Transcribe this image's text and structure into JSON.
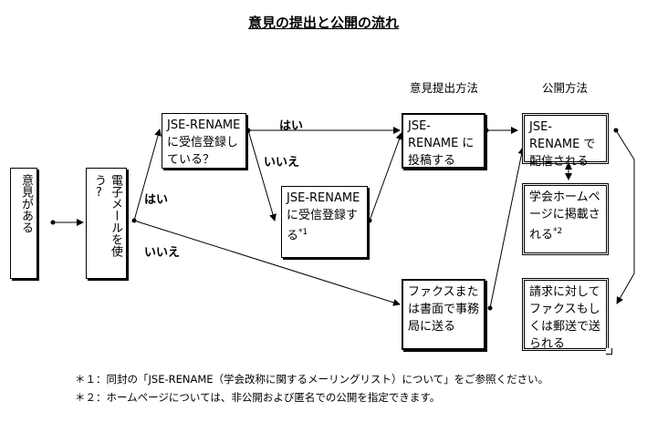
{
  "title": "意見の提出と公開の流れ",
  "headers": {
    "submit_method": "意見提出方法",
    "publish_method": "公開方法"
  },
  "boxes": {
    "have_opinion": "意見がある",
    "use_email": "電子メールを使う?",
    "registered_q": "JSE-RENAME に受信登録している？",
    "register": "JSE-RENAME に受信登録する",
    "register_note": "*1",
    "post": "JSE-RENAME に投稿する",
    "distributed": "JSE-RENAME で配信される",
    "homepage": "学会ホームページに掲載される",
    "homepage_note": "*2",
    "fax_mail": "ファクスまたは書面で事務局に送る",
    "on_request": "請求に対してファクスもしくは郵送で送られる"
  },
  "labels": {
    "yes1": "はい",
    "yes2": "はい",
    "no1": "いいえ",
    "no2": "いいえ"
  },
  "notes": [
    "＊１：同封の「JSE-RENAME（学会改称に関するメーリングリスト）について」をご参照ください。",
    "＊２：ホームページについては、非公開および匿名での公開を指定できます。"
  ]
}
